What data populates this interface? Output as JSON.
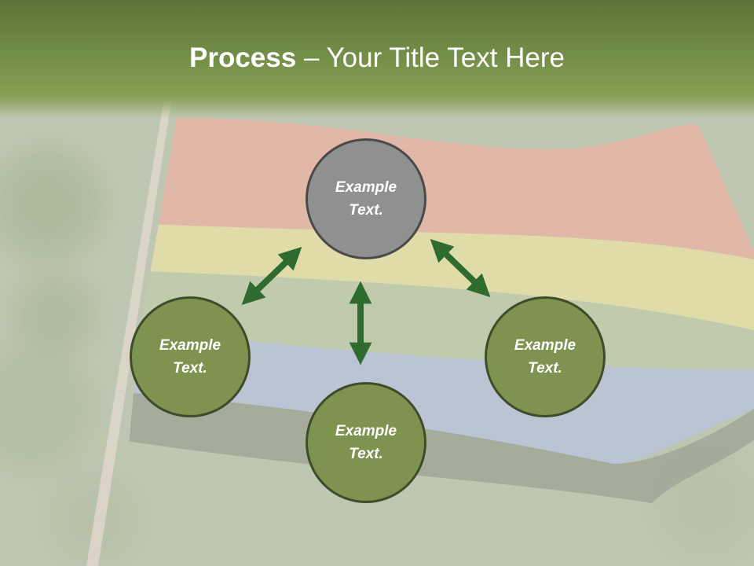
{
  "slide": {
    "title_bold": "Process",
    "title_rest": " – Your Title Text Here",
    "nodes": {
      "top": "Example\nText.",
      "left": "Example\nText.",
      "right": "Example\nText.",
      "bottom": "Example\nText."
    },
    "background_image": "rainbow-pride-flag-photo"
  },
  "colors": {
    "header": "#6f8a44",
    "node_fill": "#7e934f",
    "node_top_fill": "#8f9090",
    "arrow": "#2f6b2f"
  }
}
